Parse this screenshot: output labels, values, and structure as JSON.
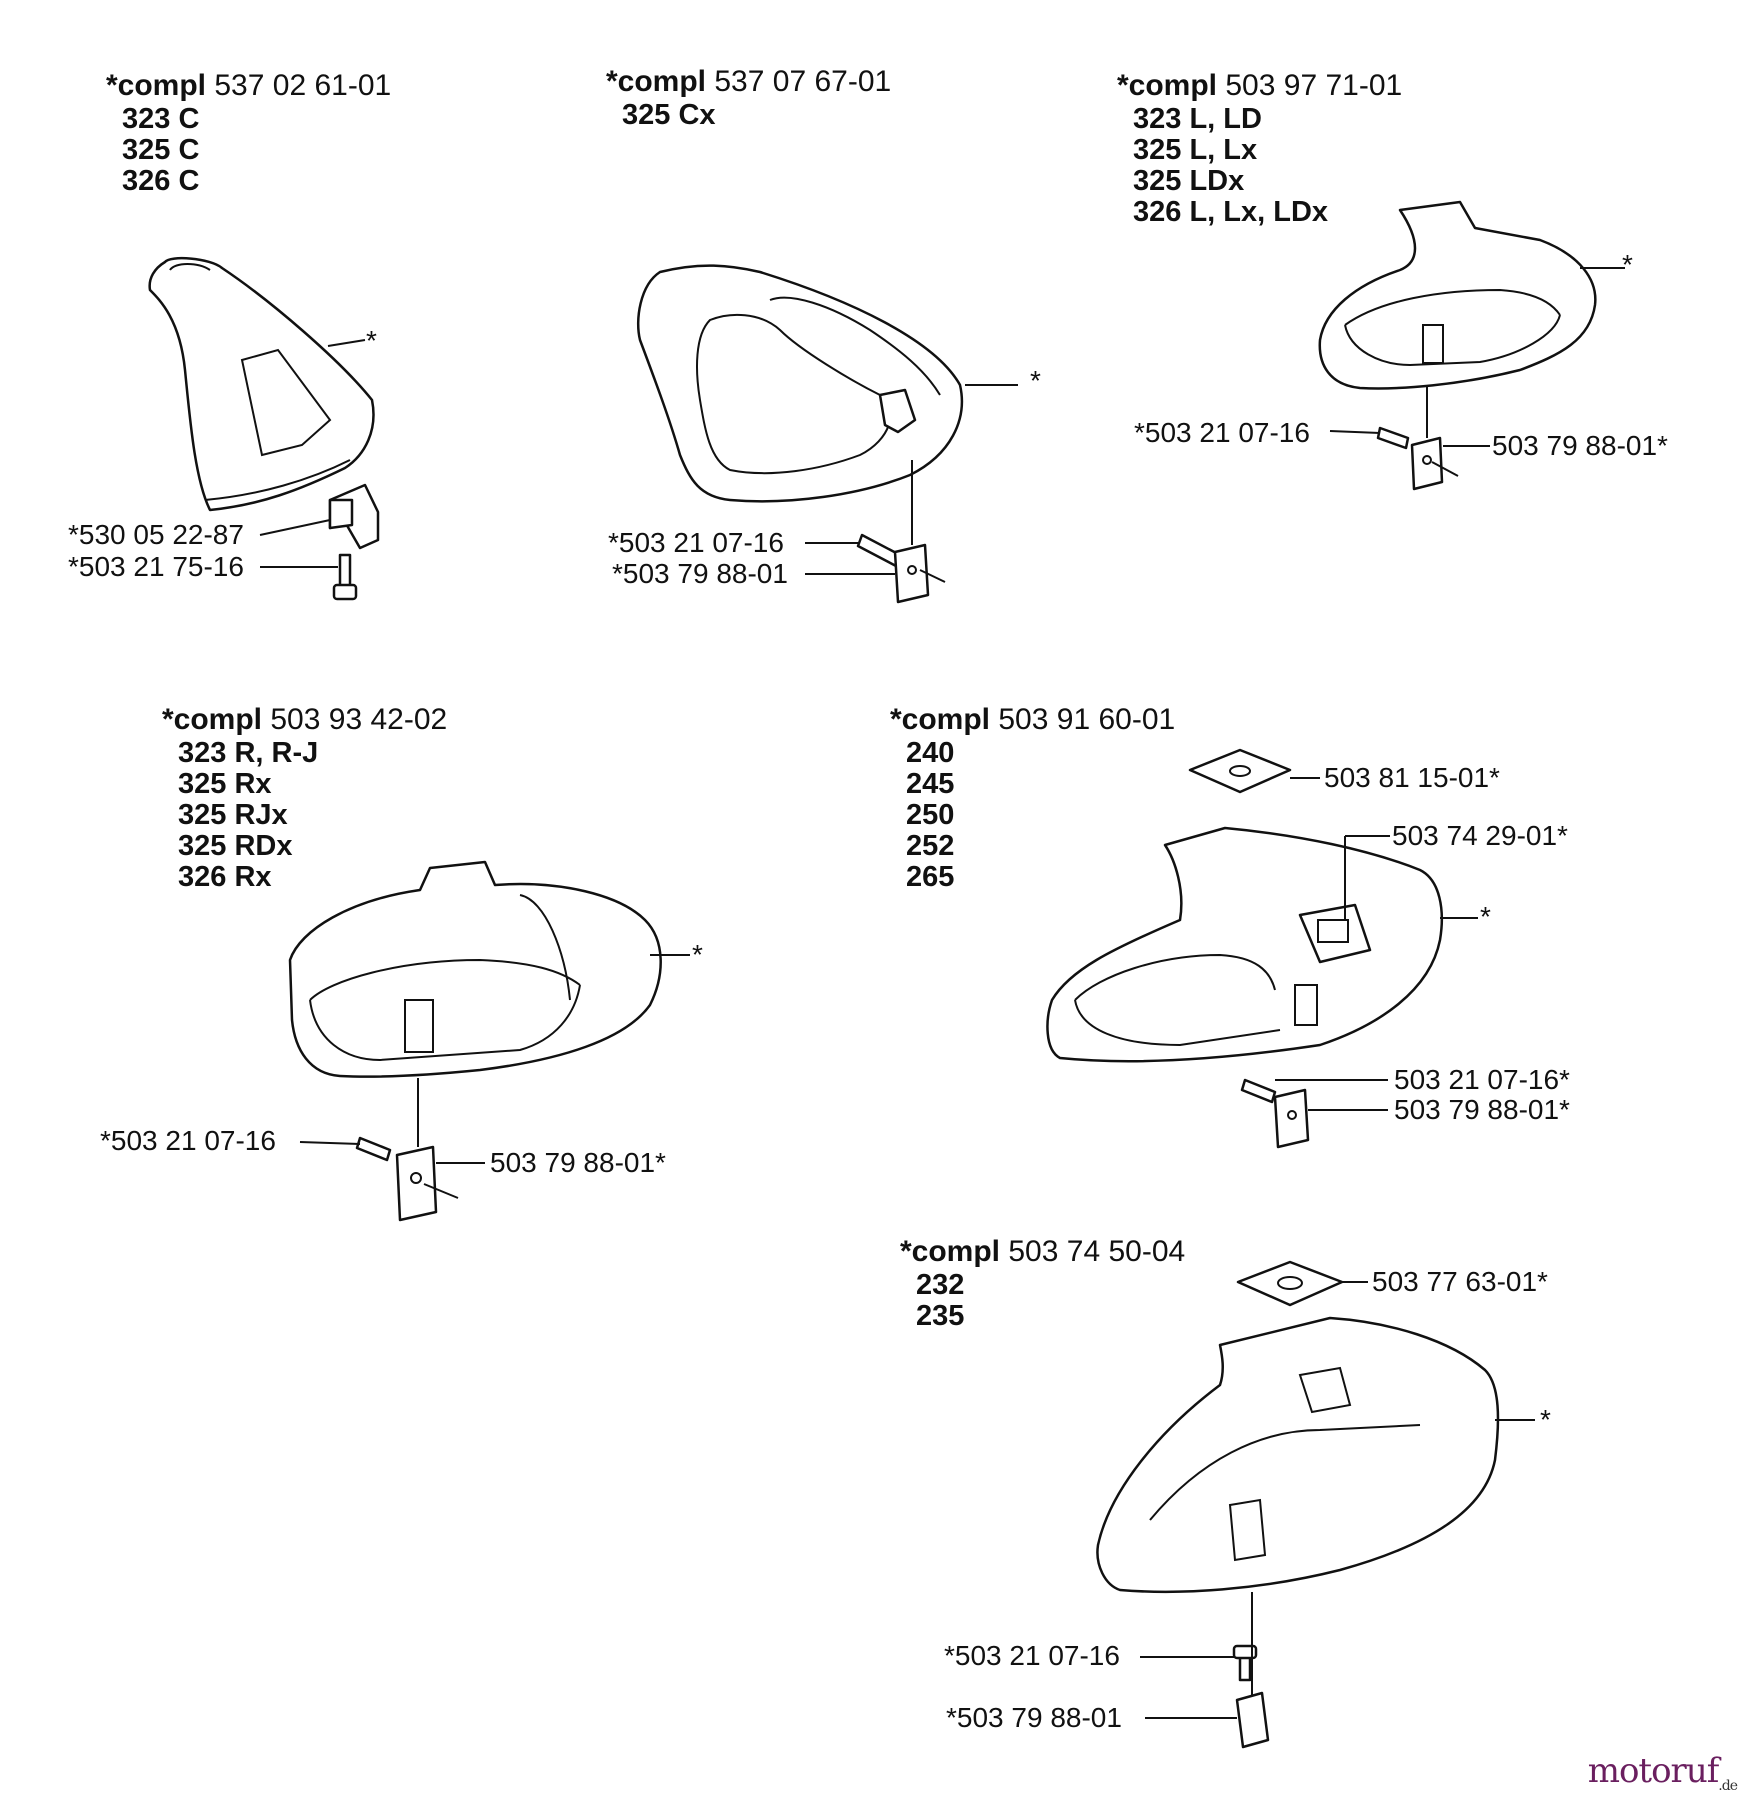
{
  "groups": [
    {
      "compl_prefix": "*compl",
      "compl_number": "537 02 61-01",
      "models": [
        "323 C",
        "325 C",
        "326 C"
      ],
      "parts": [
        "*",
        "*530 05 22-87",
        "*503 21 75-16"
      ]
    },
    {
      "compl_prefix": "*compl",
      "compl_number": "537 07 67-01",
      "models": [
        "325 Cx"
      ],
      "parts": [
        "*",
        "*503 21 07-16",
        "*503 79 88-01"
      ]
    },
    {
      "compl_prefix": "*compl",
      "compl_number": "503 97 71-01",
      "models": [
        "323 L, LD",
        "325 L, Lx",
        "325 LDx",
        "326 L, Lx, LDx"
      ],
      "parts": [
        "*",
        "*503 21 07-16",
        "503 79 88-01*"
      ]
    },
    {
      "compl_prefix": "*compl",
      "compl_number": "503 93 42-02",
      "models": [
        "323 R, R-J",
        "325 Rx",
        "325 RJx",
        "325 RDx",
        "326 Rx"
      ],
      "parts": [
        "*",
        "*503 21 07-16",
        "503 79 88-01*"
      ]
    },
    {
      "compl_prefix": "*compl",
      "compl_number": "503 91 60-01",
      "models": [
        "240",
        "245",
        "250",
        "252",
        "265"
      ],
      "parts": [
        "503 81 15-01*",
        "503 74 29-01*",
        "*",
        "503 21 07-16*",
        "503 79 88-01*"
      ]
    },
    {
      "compl_prefix": "*compl",
      "compl_number": "503 74 50-04",
      "models": [
        "232",
        "235"
      ],
      "parts": [
        "503 77 63-01*",
        "*",
        "*503 21 07-16",
        "*503 79 88-01"
      ]
    }
  ],
  "watermark": {
    "brand": "motoruf",
    "tld": ".de",
    "color": "#6a1f5f"
  }
}
